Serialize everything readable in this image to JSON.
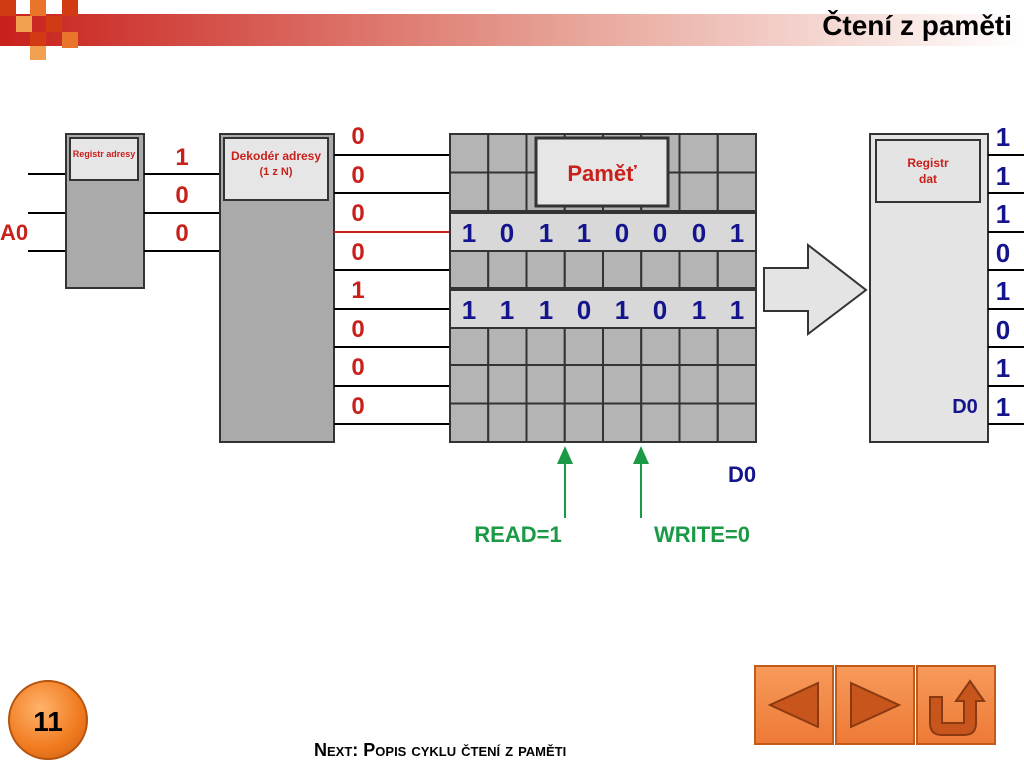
{
  "header": {
    "title": "Čtení z paměti"
  },
  "diagram": {
    "address_register_label": "Registr adresy",
    "address_bits": [
      "1",
      "0",
      "0"
    ],
    "a0_label": "A0",
    "decoder_label_line1": "Dekodér adresy",
    "decoder_label_line2": "(1 z N)",
    "decoder_outputs": [
      "0",
      "0",
      "0",
      "0",
      "1",
      "0",
      "0",
      "0"
    ],
    "memory_label": "Paměť",
    "selected_row_bits": [
      "1",
      "0",
      "1",
      "1",
      "0",
      "0",
      "0",
      "1"
    ],
    "other_row_bits": [
      "1",
      "1",
      "1",
      "0",
      "1",
      "0",
      "1",
      "1"
    ],
    "d0_memory_label": "D0",
    "read_label": "READ=1",
    "write_label": "WRITE=0",
    "data_register_line1": "Registr",
    "data_register_line2": "dat",
    "data_register_bits": [
      "1",
      "1",
      "1",
      "0",
      "1",
      "0",
      "1",
      "1"
    ],
    "d0_register_label": "D0"
  },
  "footer": {
    "slide_number": "11",
    "next_text": "Next: Popis cyklu čtení z paměti"
  },
  "nav": {
    "prev": "prev-icon",
    "next": "next-icon",
    "return": "return-icon"
  },
  "colors": {
    "red": "#c8201b",
    "blue": "#14148c",
    "green": "#1b9a45",
    "orange": "#ee7a36"
  }
}
